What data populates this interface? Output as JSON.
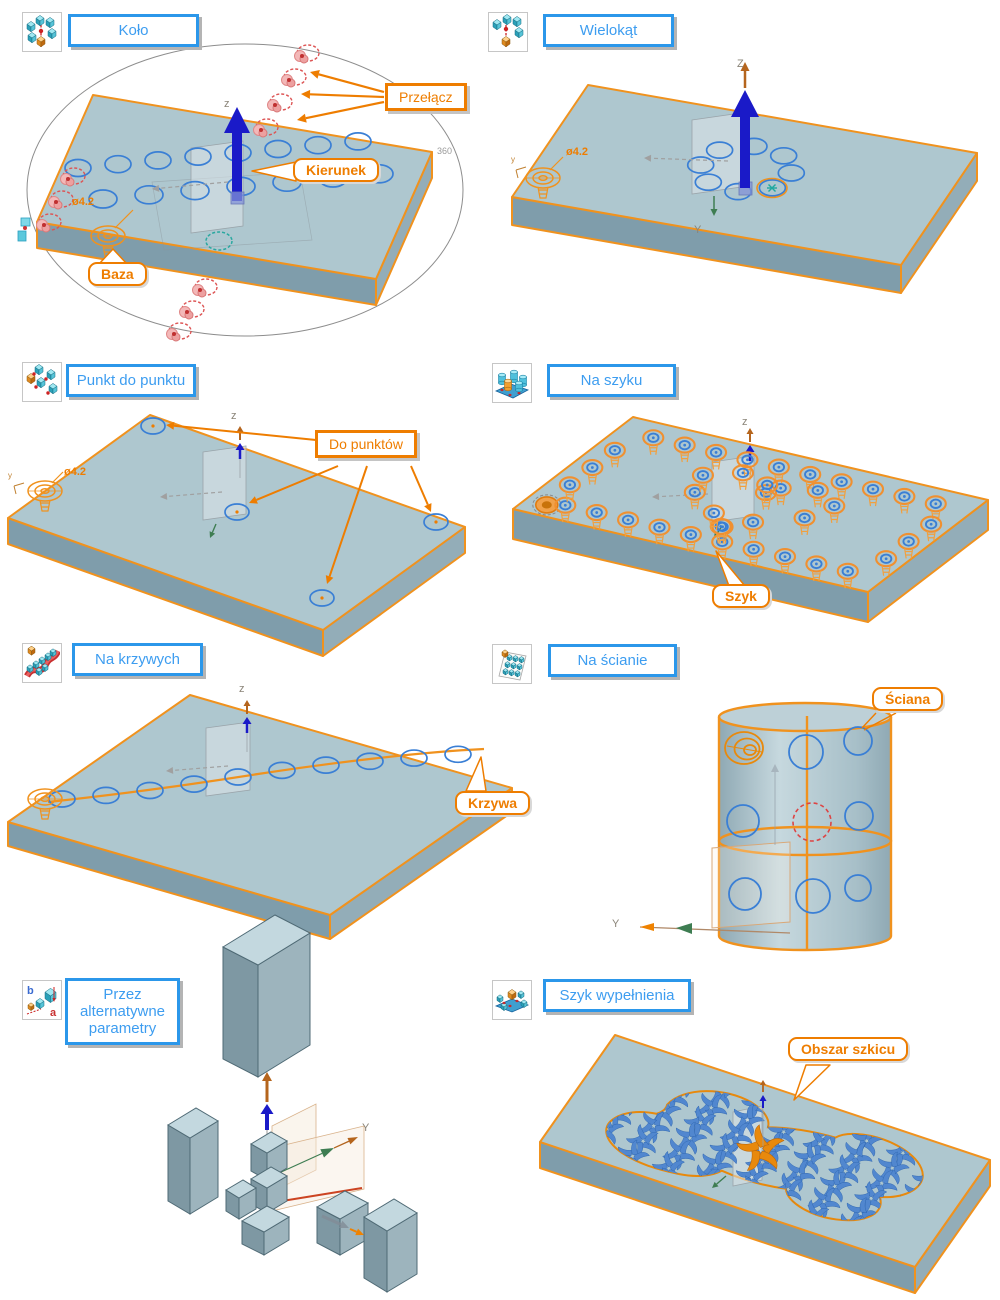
{
  "panels": [
    {
      "title": "Koło",
      "icon": "circular-pattern-icon"
    },
    {
      "title": "Wielokąt",
      "icon": "polygon-pattern-icon"
    },
    {
      "title": "Punkt do punktu",
      "icon": "point-to-point-pattern-icon"
    },
    {
      "title": "Na szyku",
      "icon": "on-pattern-icon"
    },
    {
      "title": "Na krzywych",
      "icon": "on-curves-pattern-icon"
    },
    {
      "title": "Na ścianie",
      "icon": "on-face-pattern-icon"
    },
    {
      "title": "Przez alternatywne parametry",
      "icon": "alternative-parameters-icon"
    },
    {
      "title": "Szyk wypełnienia",
      "icon": "fill-pattern-icon"
    }
  ],
  "callouts": {
    "przelacz": "Przełącz",
    "kierunek": "Kierunek",
    "baza": "Baza",
    "do_punktow": "Do punktów",
    "szyk": "Szyk",
    "krzywa": "Krzywa",
    "sciana": "Ściana",
    "obszar_szkicu": "Obszar szkicu"
  },
  "dimensions": {
    "hole_diameter": "ø4.2",
    "pattern_angle": "360"
  },
  "axes": {
    "z_lower": "z",
    "z_upper": "Z",
    "y_upper": "Y",
    "y_lower": "y"
  },
  "colors": {
    "header_border": "#2b97ea",
    "header_text": "#3d9df0",
    "callout_orange": "#ee7d00",
    "edge_orange": "#f0921e",
    "plate_top": "#aec7cf",
    "plate_side_dark": "#7f9dab",
    "plate_side_mid": "#93adb8",
    "instance_blue": "#3a7fd5",
    "suppressed_red": "#dd5555",
    "direction_blue": "#1a1ac8"
  }
}
